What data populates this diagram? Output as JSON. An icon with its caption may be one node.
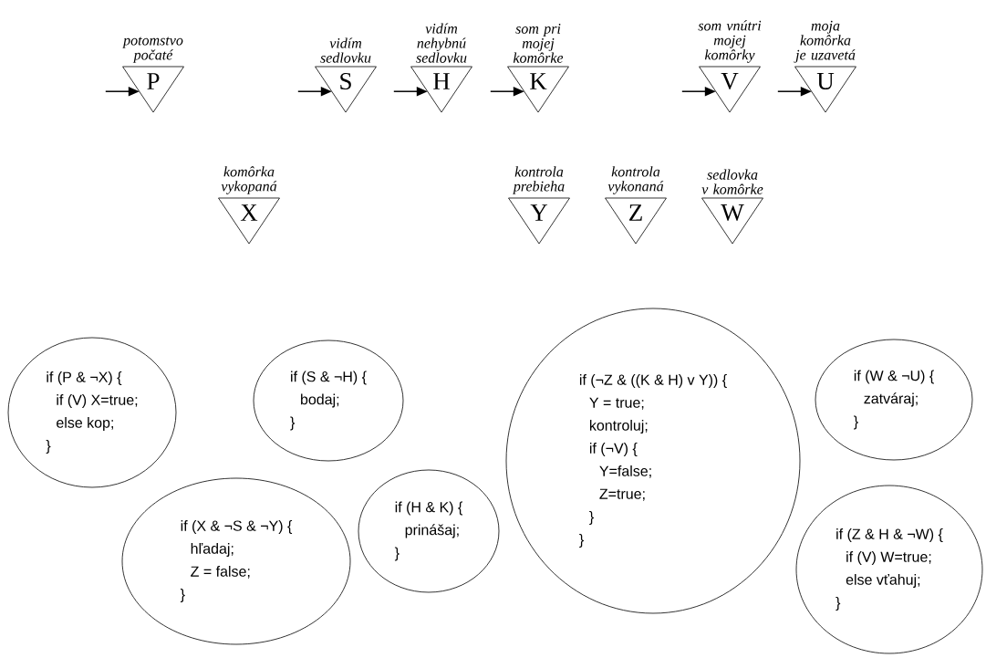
{
  "diagram": {
    "nodes": [
      {
        "text": [
          "P"
        ],
        "beside": [
          "potomstvo počaté"
        ]
      },
      {
        "text": [
          "S"
        ],
        "beside": [
          "vidím sedlovku"
        ]
      },
      {
        "text": [
          "H"
        ],
        "beside": [
          "vidím nehybnú sedlovku"
        ]
      },
      {
        "text": [
          "K"
        ],
        "beside": [
          "som pri mojej komôrke"
        ]
      },
      {
        "text": [
          "V"
        ],
        "beside": [
          "som vnútri mojej komôrky"
        ]
      },
      {
        "text": [
          "U"
        ],
        "beside": [
          "moja komôrka je uzavetá"
        ]
      },
      {
        "text": [
          "X"
        ],
        "beside": [
          "komôrka vykopaná"
        ]
      },
      {
        "text": [
          "Y"
        ],
        "beside": [
          "kontrola prebieha"
        ]
      },
      {
        "text": [
          "Z"
        ],
        "beside": [
          "kontrola vykonaná"
        ]
      },
      {
        "text": [
          "W"
        ],
        "beside": [
          "sedlovka v komôrke"
        ]
      },
      {
        "text": [
          "if (P & ¬X) {",
          "if (V) X=true;",
          "else kop;",
          "}"
        ]
      },
      {
        "text": [
          "if (S & ¬H) {",
          "bodaj;",
          "}"
        ]
      },
      {
        "text": [
          "if (¬Z & ((K & H) v Y)) {",
          "Y = true;",
          "kontroluj;",
          "if (¬V) {",
          "Y=false;",
          "Z=true;",
          "}",
          "}"
        ]
      },
      {
        "text": [
          "if (W & ¬U) {",
          "zatváraj;",
          "}"
        ]
      },
      {
        "text": [
          "if (X & ¬S & ¬Y) {",
          "hľadaj;",
          "Z = false;",
          "}"
        ]
      },
      {
        "text": [
          "if (H & K) {",
          "prinášaj;",
          "}"
        ]
      },
      {
        "text": [
          "if (Z & H & ¬W) {",
          "if (V) W=true;",
          "else vťahuj;",
          "}"
        ]
      }
    ],
    "edges": [
      {
        "from": null,
        "to": 0,
        "arrow": "to"
      },
      {
        "from": null,
        "to": 1,
        "arrow": "to"
      },
      {
        "from": null,
        "to": 2,
        "arrow": "to"
      },
      {
        "from": null,
        "to": 3,
        "arrow": "to"
      },
      {
        "from": null,
        "to": 4,
        "arrow": "to"
      },
      {
        "from": null,
        "to": 5,
        "arrow": "to"
      }
    ]
  }
}
